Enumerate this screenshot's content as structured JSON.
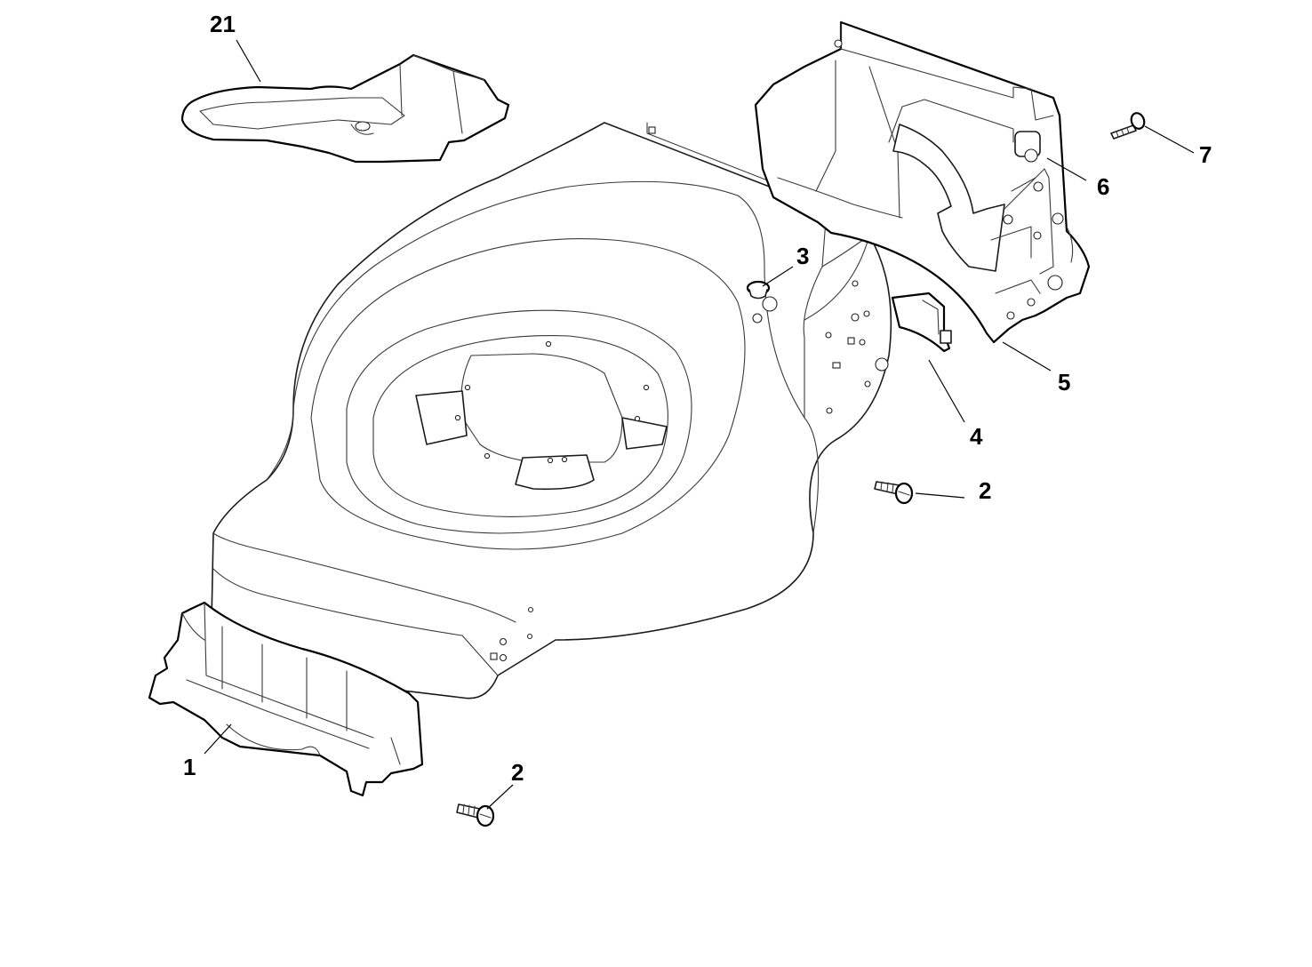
{
  "colors": {
    "line": "#1a1a1a",
    "background": "#ffffff",
    "text": "#000000"
  },
  "callouts": {
    "c21": "21",
    "c3": "3",
    "c7": "7",
    "c6": "6",
    "c5": "5",
    "c4": "4",
    "c2a": "2",
    "c1": "1",
    "c2b": "2"
  }
}
